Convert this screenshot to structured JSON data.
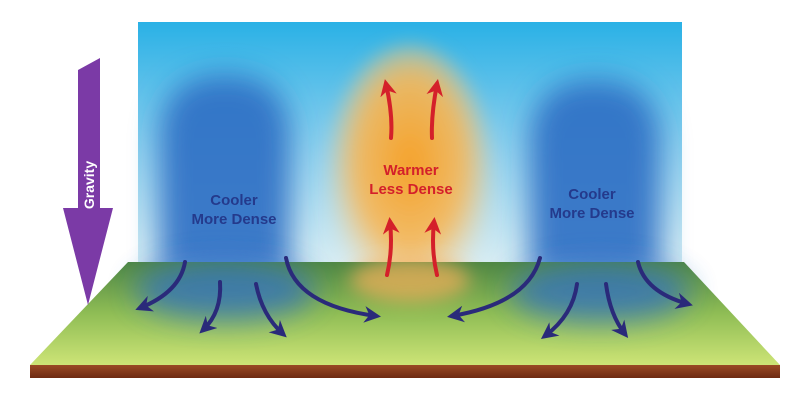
{
  "labels": {
    "gravity": "Gravity",
    "left_cell_line1": "Cooler",
    "left_cell_line2": "More Dense",
    "center_cell_line1": "Warmer",
    "center_cell_line2": "Less Dense",
    "right_cell_line1": "Cooler",
    "right_cell_line2": "More Dense"
  },
  "colors": {
    "sky_top": "#2ab1e6",
    "sky_bottom": "#cfe9f3",
    "cool_air": "#2f6ec4",
    "warm_air": "#f3a32d",
    "ground_back": "#5b8f45",
    "ground_front": "#c9e26e",
    "ground_edge": "#8b3e1f",
    "flow_arrow": "#2a2a7a",
    "rise_arrow": "#d4202a",
    "gravity_arrow": "#7b3aa6",
    "cool_text": "#243a8c",
    "warm_text": "#d4202a",
    "gravity_text": "#ffffff"
  }
}
